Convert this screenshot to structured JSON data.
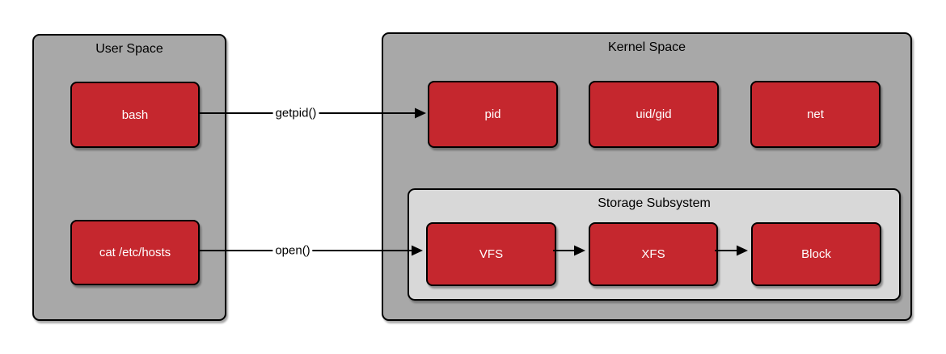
{
  "diagram": {
    "user_space": {
      "title": "User Space",
      "nodes": [
        {
          "label": "bash"
        },
        {
          "label": "cat /etc/hosts"
        }
      ]
    },
    "kernel_space": {
      "title": "Kernel Space",
      "nodes": [
        {
          "label": "pid"
        },
        {
          "label": "uid/gid"
        },
        {
          "label": "net"
        }
      ],
      "storage_subsystem": {
        "title": "Storage Subsystem",
        "nodes": [
          {
            "label": "VFS"
          },
          {
            "label": "XFS"
          },
          {
            "label": "Block"
          }
        ]
      }
    },
    "arrows": [
      {
        "from": "bash",
        "to": "pid",
        "label": "getpid()"
      },
      {
        "from": "cat /etc/hosts",
        "to": "VFS",
        "label": "open()"
      },
      {
        "from": "VFS",
        "to": "XFS"
      },
      {
        "from": "XFS",
        "to": "Block"
      }
    ],
    "colors": {
      "node_fill": "#C5272E",
      "container_fill": "#A8A8A8",
      "subsystem_fill": "#D8D8D8",
      "border": "#000000",
      "node_text": "#FFFFFF",
      "label_text": "#000000"
    }
  }
}
